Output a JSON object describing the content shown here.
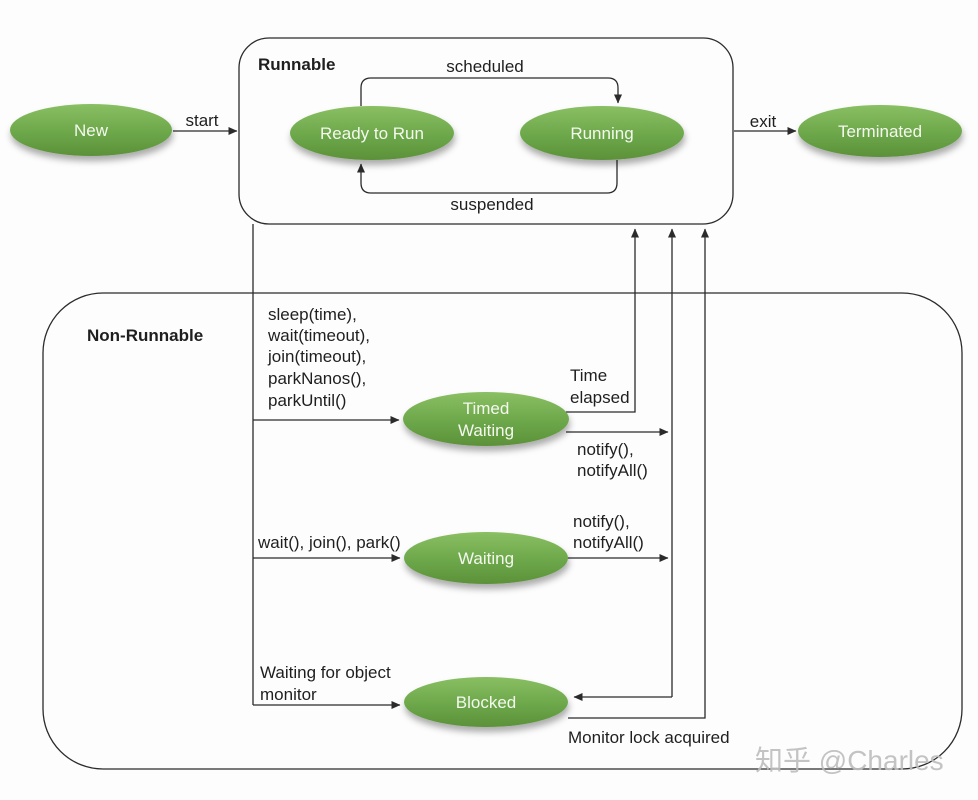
{
  "containers": {
    "runnable": "Runnable",
    "non_runnable": "Non-Runnable"
  },
  "states": {
    "new": "New",
    "ready_to_run": "Ready to Run",
    "running": "Running",
    "terminated": "Terminated",
    "timed_waiting_line1": "Timed",
    "timed_waiting_line2": "Waiting",
    "waiting": "Waiting",
    "blocked": "Blocked"
  },
  "transitions": {
    "start": "start",
    "exit": "exit",
    "scheduled": "scheduled",
    "suspended": "suspended",
    "to_timed_waiting": [
      "sleep(time),",
      "wait(timeout),",
      "join(timeout),",
      "parkNanos(),",
      "parkUntil()"
    ],
    "time_elapsed": [
      "Time",
      "elapsed"
    ],
    "timed_waiting_notify": [
      "notify(),",
      "notifyAll()"
    ],
    "to_waiting": "wait(), join(), park()",
    "waiting_notify": [
      "notify(),",
      "notifyAll()"
    ],
    "to_blocked": [
      "Waiting for object",
      "monitor"
    ],
    "monitor_lock_acquired": "Monitor lock acquired"
  },
  "watermark": "知乎 @Charles",
  "colors": {
    "background": "#fdfdfd",
    "line": "#2b2b2b",
    "state_fill_top": "#8abf63",
    "state_fill_mid": "#6ca74a",
    "state_fill_bottom": "#5c9139",
    "state_text": "#f4f8ef",
    "watermark": "#bdbdbd"
  }
}
